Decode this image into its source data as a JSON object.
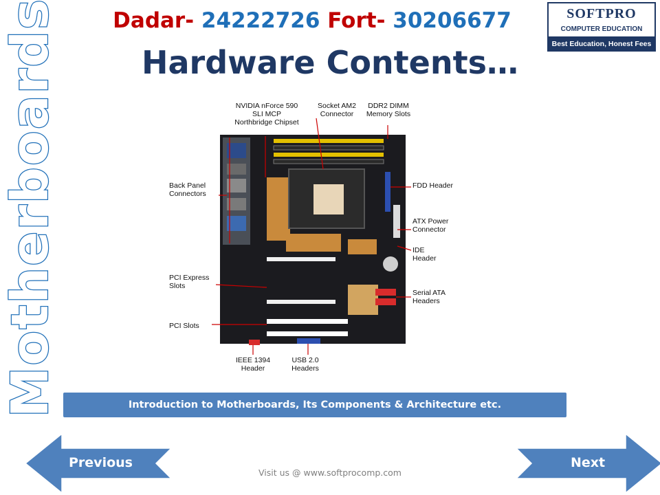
{
  "header": {
    "branch1_label": "Dadar-",
    "branch1_phone": "24222726",
    "branch2_label": "Fort-",
    "branch2_phone": "30206677",
    "title": "Hardware Contents…"
  },
  "logo": {
    "name": "SOFTPRO",
    "subtitle": "COMPUTER EDUCATION",
    "tagline": "Best Education, Honest Fees"
  },
  "side_title": "Motherboards",
  "diagram": {
    "labels": {
      "northbridge": "NVIDIA nForce 590 SLI MCP Northbridge Chipset",
      "socket": "Socket AM2 Connector",
      "ddr2": "DDR2 DIMM Memory Slots",
      "back_panel": "Back Panel Connectors",
      "fdd": "FDD Header",
      "atx": "ATX Power Connector",
      "ide": "IDE Header",
      "pci_express": "PCI Express Slots",
      "serial_ata": "Serial ATA Headers",
      "pci_slots": "PCI Slots",
      "ieee1394": "IEEE 1394 Header",
      "usb": "USB 2.0 Headers"
    }
  },
  "banner": "Introduction to Motherboards, Its Components & Architecture etc.",
  "nav": {
    "previous": "Previous",
    "next": "Next"
  },
  "footer": "Visit us @ www.softprocomp.com",
  "colors": {
    "red": "#c00000",
    "blue": "#1f6fb8",
    "navy": "#1f3864",
    "banner": "#4f81bd"
  }
}
